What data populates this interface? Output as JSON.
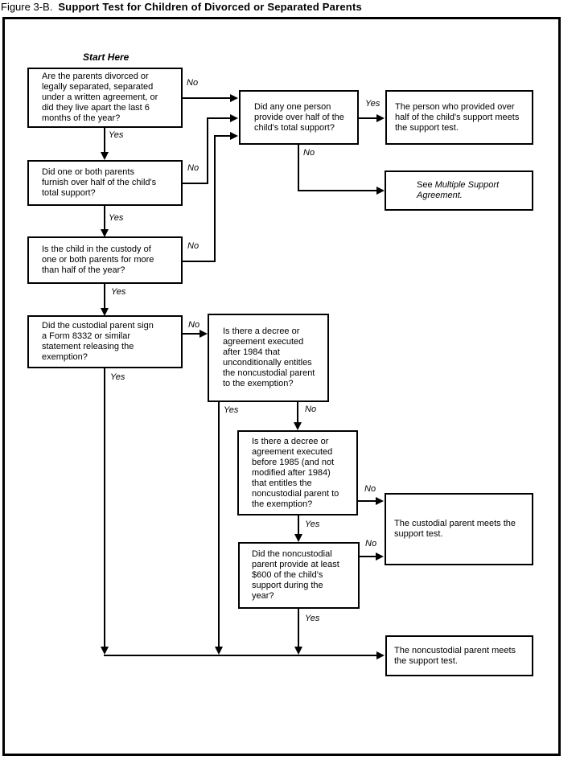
{
  "figure": {
    "title_prefix": "Figure 3-B.",
    "title": "Support Test for Children of Divorced or Separated Parents",
    "start_label": "Start Here"
  },
  "boxes": {
    "q_divorced": {
      "text": "Are the parents divorced or\nlegally separated, separated\nunder a written agreement, or\ndid they live apart the last 6\nmonths of the year?"
    },
    "q_parents_half": {
      "text": "Did one or both parents\nfurnish over half of the child's\ntotal support?"
    },
    "q_custody": {
      "text": "Is the child in the custody of\none or both parents for more\nthan half of the year?"
    },
    "q_form_8332": {
      "text": "Did the custodial parent sign\na Form 8332 or similar\nstatement releasing the\nexemption?"
    },
    "q_one_person_half": {
      "text": "Did any one person\nprovide over half of the\nchild's total support?"
    },
    "r_person_meets": {
      "text": "The person who provided over\nhalf of the child's support meets\nthe support test."
    },
    "r_multiple_support": {
      "prefix": "See ",
      "italic": "Multiple Support\nAgreement."
    },
    "q_decree_after_1984": {
      "text": "Is there a decree or\nagreement executed\nafter 1984 that\nunconditionally entitles\nthe noncustodial parent\nto the exemption?"
    },
    "q_decree_before_1985": {
      "text": "Is there a decree or\nagreement executed\nbefore 1985 (and not\nmodified after 1984)\nthat entitles the\nnoncustodial parent to\nthe exemption?"
    },
    "q_600_support": {
      "text": "Did the noncustodial\nparent provide at least\n$600 of the child's\nsupport during the\nyear?"
    },
    "r_custodial_meets": {
      "text": "The custodial parent meets the\nsupport test."
    },
    "r_noncustodial_meets": {
      "text": "The noncustodial parent meets\nthe support test."
    }
  },
  "edges": [
    {
      "from": "q_divorced",
      "to": "q_one_person_half",
      "label": "No"
    },
    {
      "from": "q_divorced",
      "to": "q_parents_half",
      "label": "Yes"
    },
    {
      "from": "q_parents_half",
      "to": "q_one_person_half",
      "label": "No"
    },
    {
      "from": "q_parents_half",
      "to": "q_custody",
      "label": "Yes"
    },
    {
      "from": "q_custody",
      "to": "q_one_person_half",
      "label": "No"
    },
    {
      "from": "q_custody",
      "to": "q_form_8332",
      "label": "Yes"
    },
    {
      "from": "q_form_8332",
      "to": "q_decree_after_1984",
      "label": "No"
    },
    {
      "from": "q_form_8332",
      "to": "r_noncustodial_meets",
      "label": "Yes"
    },
    {
      "from": "q_one_person_half",
      "to": "r_person_meets",
      "label": "Yes"
    },
    {
      "from": "q_one_person_half",
      "to": "r_multiple_support",
      "label": "No"
    },
    {
      "from": "q_decree_after_1984",
      "to": "r_noncustodial_meets",
      "label": "Yes"
    },
    {
      "from": "q_decree_after_1984",
      "to": "q_decree_before_1985",
      "label": "No"
    },
    {
      "from": "q_decree_before_1985",
      "to": "r_custodial_meets",
      "label": "No"
    },
    {
      "from": "q_decree_before_1985",
      "to": "q_600_support",
      "label": "Yes"
    },
    {
      "from": "q_600_support",
      "to": "r_custodial_meets",
      "label": "No"
    },
    {
      "from": "q_600_support",
      "to": "r_noncustodial_meets",
      "label": "Yes"
    }
  ],
  "colors": {
    "ink": "#000000",
    "background": "#ffffff"
  }
}
